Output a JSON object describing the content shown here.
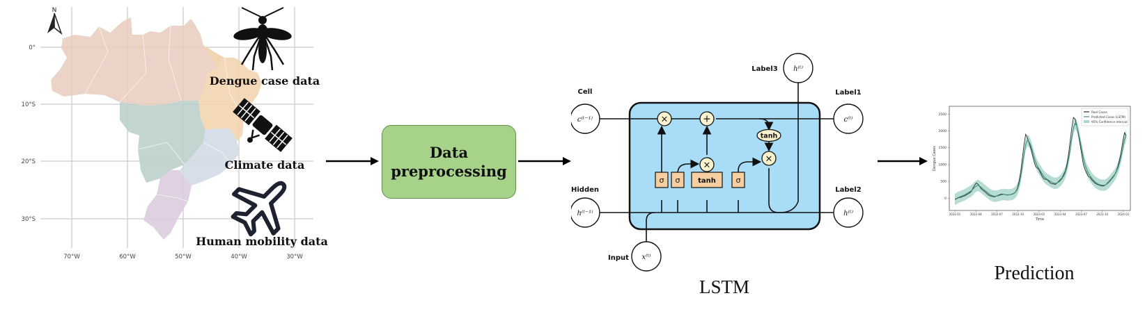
{
  "map": {
    "north": "N",
    "lat_labels": [
      "0°",
      "10°S",
      "20°S",
      "30°S"
    ],
    "lon_labels": [
      "70°W",
      "60°W",
      "50°W",
      "40°W",
      "30°W"
    ]
  },
  "inputs": {
    "dengue_label": "Dengue case data",
    "climate_label": "Climate data",
    "mobility_label": "Human mobility data",
    "dengue_icon": "mosquito-icon",
    "climate_icon": "satellite-icon",
    "mobility_icon": "airplane-icon"
  },
  "preprocess": {
    "line1": "Data",
    "line2": "preprocessing",
    "fill": "#a6d28a"
  },
  "lstm": {
    "title": "LSTM",
    "cell_label": "Cell",
    "hidden_label": "Hidden",
    "input_label": "Input",
    "label1": "Label1",
    "label2": "Label2",
    "label3": "Label3",
    "c_prev": "c⁽ᵗ⁻¹⁾",
    "h_prev": "h⁽ᵗ⁻¹⁾",
    "x_t": "x⁽ᵗ⁾",
    "c_t": "c⁽ᵗ⁾",
    "h_t_out": "h⁽ᵗ⁾",
    "h_t_top": "h⁽ᵗ⁾",
    "times": "×",
    "plus": "+",
    "sigma": "σ",
    "tanh": "tanh",
    "box_fill": "#a9dcf7"
  },
  "prediction": {
    "title": "Prediction"
  },
  "chart_data": {
    "type": "line",
    "ylabel": "Dengue Cases",
    "xlabel": "Time",
    "ylim": [
      -200,
      2650
    ],
    "yticks": [
      0,
      500,
      1000,
      1500,
      2000,
      2500
    ],
    "ytick_labels": [
      "0",
      "500",
      "1000",
      "1500",
      "2000",
      "2500"
    ],
    "xtick_labels": [
      "2022-01",
      "2022-04",
      "2022-07",
      "2022-10",
      "2023-01",
      "2023-04",
      "2023-07",
      "2023-10",
      "2024-01"
    ],
    "legend": [
      "Real Cases",
      "Predicted Cases (LSTM)",
      "95% Confidence Interval"
    ],
    "legend_position": "top-right",
    "x": [
      0,
      1,
      2,
      3,
      4,
      5,
      6,
      7,
      8,
      9,
      10,
      11,
      12,
      13,
      14,
      15,
      16,
      17,
      18,
      19,
      20,
      21,
      22,
      23,
      24,
      25,
      26,
      27,
      28,
      29,
      30,
      31,
      32,
      33,
      34,
      35,
      36,
      37,
      38,
      39,
      40,
      41,
      42,
      43,
      44,
      45,
      46,
      47,
      48,
      49,
      50,
      51,
      52,
      53,
      54,
      55,
      56,
      57,
      58,
      59,
      60,
      61,
      62,
      63,
      64,
      65,
      66,
      67,
      68,
      69,
      70,
      71,
      72,
      73,
      74,
      75,
      76,
      77,
      78,
      79,
      80,
      81,
      82,
      83,
      84,
      85,
      86,
      87,
      88,
      89,
      90,
      91,
      92,
      93,
      94,
      95,
      96,
      97,
      98,
      99,
      100,
      101,
      102,
      103,
      104
    ],
    "series": [
      {
        "name": "Real Cases",
        "values": [
          -40,
          -20,
          10,
          20,
          30,
          60,
          70,
          100,
          130,
          160,
          200,
          300,
          380,
          450,
          420,
          350,
          280,
          240,
          200,
          160,
          110,
          80,
          60,
          50,
          40,
          60,
          80,
          100,
          120,
          120,
          110,
          100,
          90,
          100,
          110,
          130,
          150,
          200,
          300,
          500,
          800,
          1200,
          1600,
          1900,
          1800,
          1650,
          1500,
          1300,
          1100,
          950,
          900,
          850,
          750,
          650,
          580,
          560,
          550,
          500,
          450,
          430,
          420,
          410,
          450,
          500,
          550,
          600,
          700,
          800,
          1000,
          1300,
          1700,
          2100,
          2400,
          2350,
          2150,
          1900,
          1600,
          1300,
          1000,
          850,
          750,
          650,
          620,
          550,
          500,
          450,
          420,
          400,
          380,
          370,
          360,
          380,
          420,
          470,
          520,
          580,
          640,
          700,
          800,
          950,
          1150,
          1400,
          1700,
          1950,
          1850
        ]
      },
      {
        "name": "Predicted Cases (LSTM)",
        "values": [
          -30,
          -10,
          20,
          40,
          60,
          80,
          100,
          130,
          160,
          190,
          220,
          270,
          320,
          360,
          380,
          360,
          320,
          280,
          240,
          200,
          160,
          120,
          90,
          70,
          60,
          60,
          70,
          85,
          100,
          110,
          110,
          105,
          100,
          100,
          105,
          120,
          145,
          190,
          270,
          420,
          650,
          950,
          1300,
          1600,
          1720,
          1680,
          1580,
          1420,
          1240,
          1080,
          960,
          880,
          800,
          720,
          650,
          600,
          560,
          530,
          500,
          470,
          450,
          440,
          450,
          480,
          520,
          580,
          660,
          760,
          920,
          1150,
          1450,
          1800,
          2100,
          2220,
          2150,
          1950,
          1700,
          1450,
          1200,
          1000,
          860,
          750,
          670,
          600,
          540,
          490,
          450,
          420,
          400,
          390,
          385,
          390,
          410,
          450,
          500,
          560,
          620,
          690,
          780,
          900,
          1060,
          1260,
          1500,
          1740,
          1860
        ]
      }
    ],
    "band_halfwidth": 170,
    "colors": {
      "real": "#2b2b2b",
      "predicted": "#3f8f7e",
      "band": "#a9d6cd"
    }
  }
}
